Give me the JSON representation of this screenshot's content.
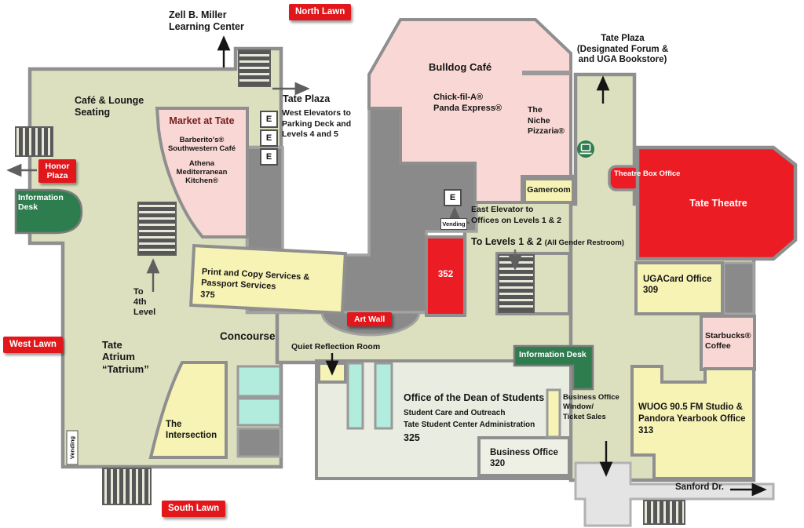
{
  "colors": {
    "floor": "#dce0bf",
    "corridor_gray": "#8a8a8a",
    "wall": "#8f8f8f",
    "room_pink": "#f8d7d4",
    "room_yellow": "#f6f3b4",
    "room_red": "#ec1c24",
    "badge_red": "#e2171b",
    "desk_green": "#2e7d4f",
    "teal": "#b2ecdc",
    "suite_light": "#e9ece0",
    "walkway": "#e4e4e4"
  },
  "lawns": {
    "north": "North Lawn",
    "south": "South Lawn",
    "west": "West Lawn",
    "honor_plaza": "Honor Plaza"
  },
  "exterior": {
    "zell_miller": "Zell B. Miller\nLearning Center",
    "tate_plaza_west": "Tate Plaza",
    "tate_plaza_ne": "Tate Plaza\n(Designated Forum &\nand UGA Bookstore)",
    "sanford_dr": "Sanford Dr."
  },
  "shared": {
    "vending": "Vending",
    "elevator_letter": "E"
  },
  "west_wing": {
    "cafe_lounge": "Café & Lounge\nSeating",
    "market_title": "Market at Tate",
    "market_vendor1": "Barberito's®\nSouthwestern Café",
    "market_vendor2": "Athena\nMediterranean\nKitchen®",
    "west_elevators_note": "West Elevators to\nParking Deck and\nLevels 4 and 5",
    "info_desk": "Information\nDesk",
    "to_4th_level": "To\n4th\nLevel",
    "print_copy": "Print and Copy Services &\nPassport Services\n375",
    "atrium": "Tate\nAtrium\n“Tatrium”",
    "intersection": "The\nIntersection"
  },
  "concourse": {
    "label": "Concourse",
    "art_wall": "Art Wall",
    "quiet_room": "Quiet Reflection Room"
  },
  "food_court": {
    "bulldog": "Bulldog Café",
    "vendors": "Chick-fil-A®\nPanda Express®",
    "niche": "The\nNiche\nPizzaria®"
  },
  "east_wing": {
    "gameroom": "Gameroom",
    "east_elevator_note": "East Elevator to\nOffices on Levels 1 & 2",
    "to_levels": "To Levels 1 & 2",
    "to_levels_sub": "(All Gender Restroom)",
    "room_352": "352",
    "theatre_box_office": "Theatre Box Office",
    "tate_theatre": "Tate Theatre",
    "ugacard": "UGACard Office\n309",
    "starbucks": "Starbucks®\nCoffee",
    "wuog": "WUOG 90.5 FM Studio &\nPandora Yearbook Office\n313",
    "info_desk": "Information Desk",
    "biz_window": "Business Office\nWindow/\nTicket Sales",
    "business_office": "Business Office\n320"
  },
  "dean_suite": {
    "title": "Office of the Dean of Students",
    "line2": "Student Care and Outreach",
    "line3": "Tate Student Center Administration",
    "number": "325"
  }
}
